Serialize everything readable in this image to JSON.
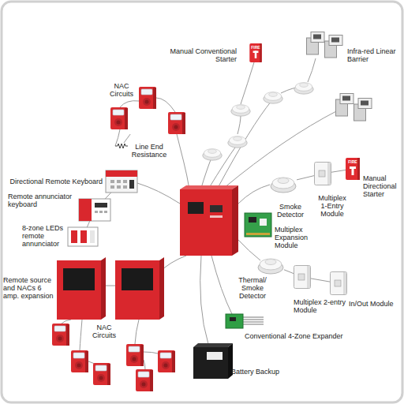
{
  "diagram": {
    "nodes": [
      {
        "text": [
          "Manual Conventional Starter"
        ]
      },
      {
        "text": [
          "Infra-red Linear Barrier"
        ]
      },
      {
        "text": [
          "NAC Circuits"
        ]
      },
      {
        "text": [
          "Line End Resistance"
        ]
      },
      {
        "text": [
          "Directional Remote Keyboard"
        ]
      },
      {
        "text": [
          "Remote annunciator keyboard"
        ]
      },
      {
        "text": [
          "8-zone LEDs remote annunciator"
        ]
      },
      {
        "text": [
          "Smoke Detector"
        ]
      },
      {
        "text": [
          "Multiplex 1-Entry Module"
        ]
      },
      {
        "text": [
          "Manual Directional Starter"
        ]
      },
      {
        "text": [
          "Multiplex Expansion Module"
        ]
      },
      {
        "text": [
          "Remote source and NACs 6 amp. expansion"
        ]
      },
      {
        "text": [
          "Thermal/ Smoke Detector"
        ]
      },
      {
        "text": [
          "Multiplex 2-entry Module"
        ]
      },
      {
        "text": [
          "In/Out Module"
        ]
      },
      {
        "text": [
          "NAC Circuits"
        ]
      },
      {
        "text": [
          "Conventional 4-Zone Expander"
        ]
      },
      {
        "text": [
          "Battery Backup"
        ]
      }
    ],
    "edges": [
      {
        "from": 2,
        "to": 3,
        "arrow": "none"
      },
      {
        "from": 4,
        "to": 5,
        "arrow": "none"
      },
      {
        "from": 5,
        "to": 6,
        "arrow": "none"
      },
      {
        "from": 7,
        "to": 8,
        "arrow": "none"
      },
      {
        "from": 8,
        "to": 9,
        "arrow": "none"
      },
      {
        "from": 12,
        "to": 13,
        "arrow": "none"
      },
      {
        "from": 13,
        "to": 14,
        "arrow": "none"
      }
    ],
    "labels": [
      "FIRE",
      "FIRE"
    ]
  }
}
